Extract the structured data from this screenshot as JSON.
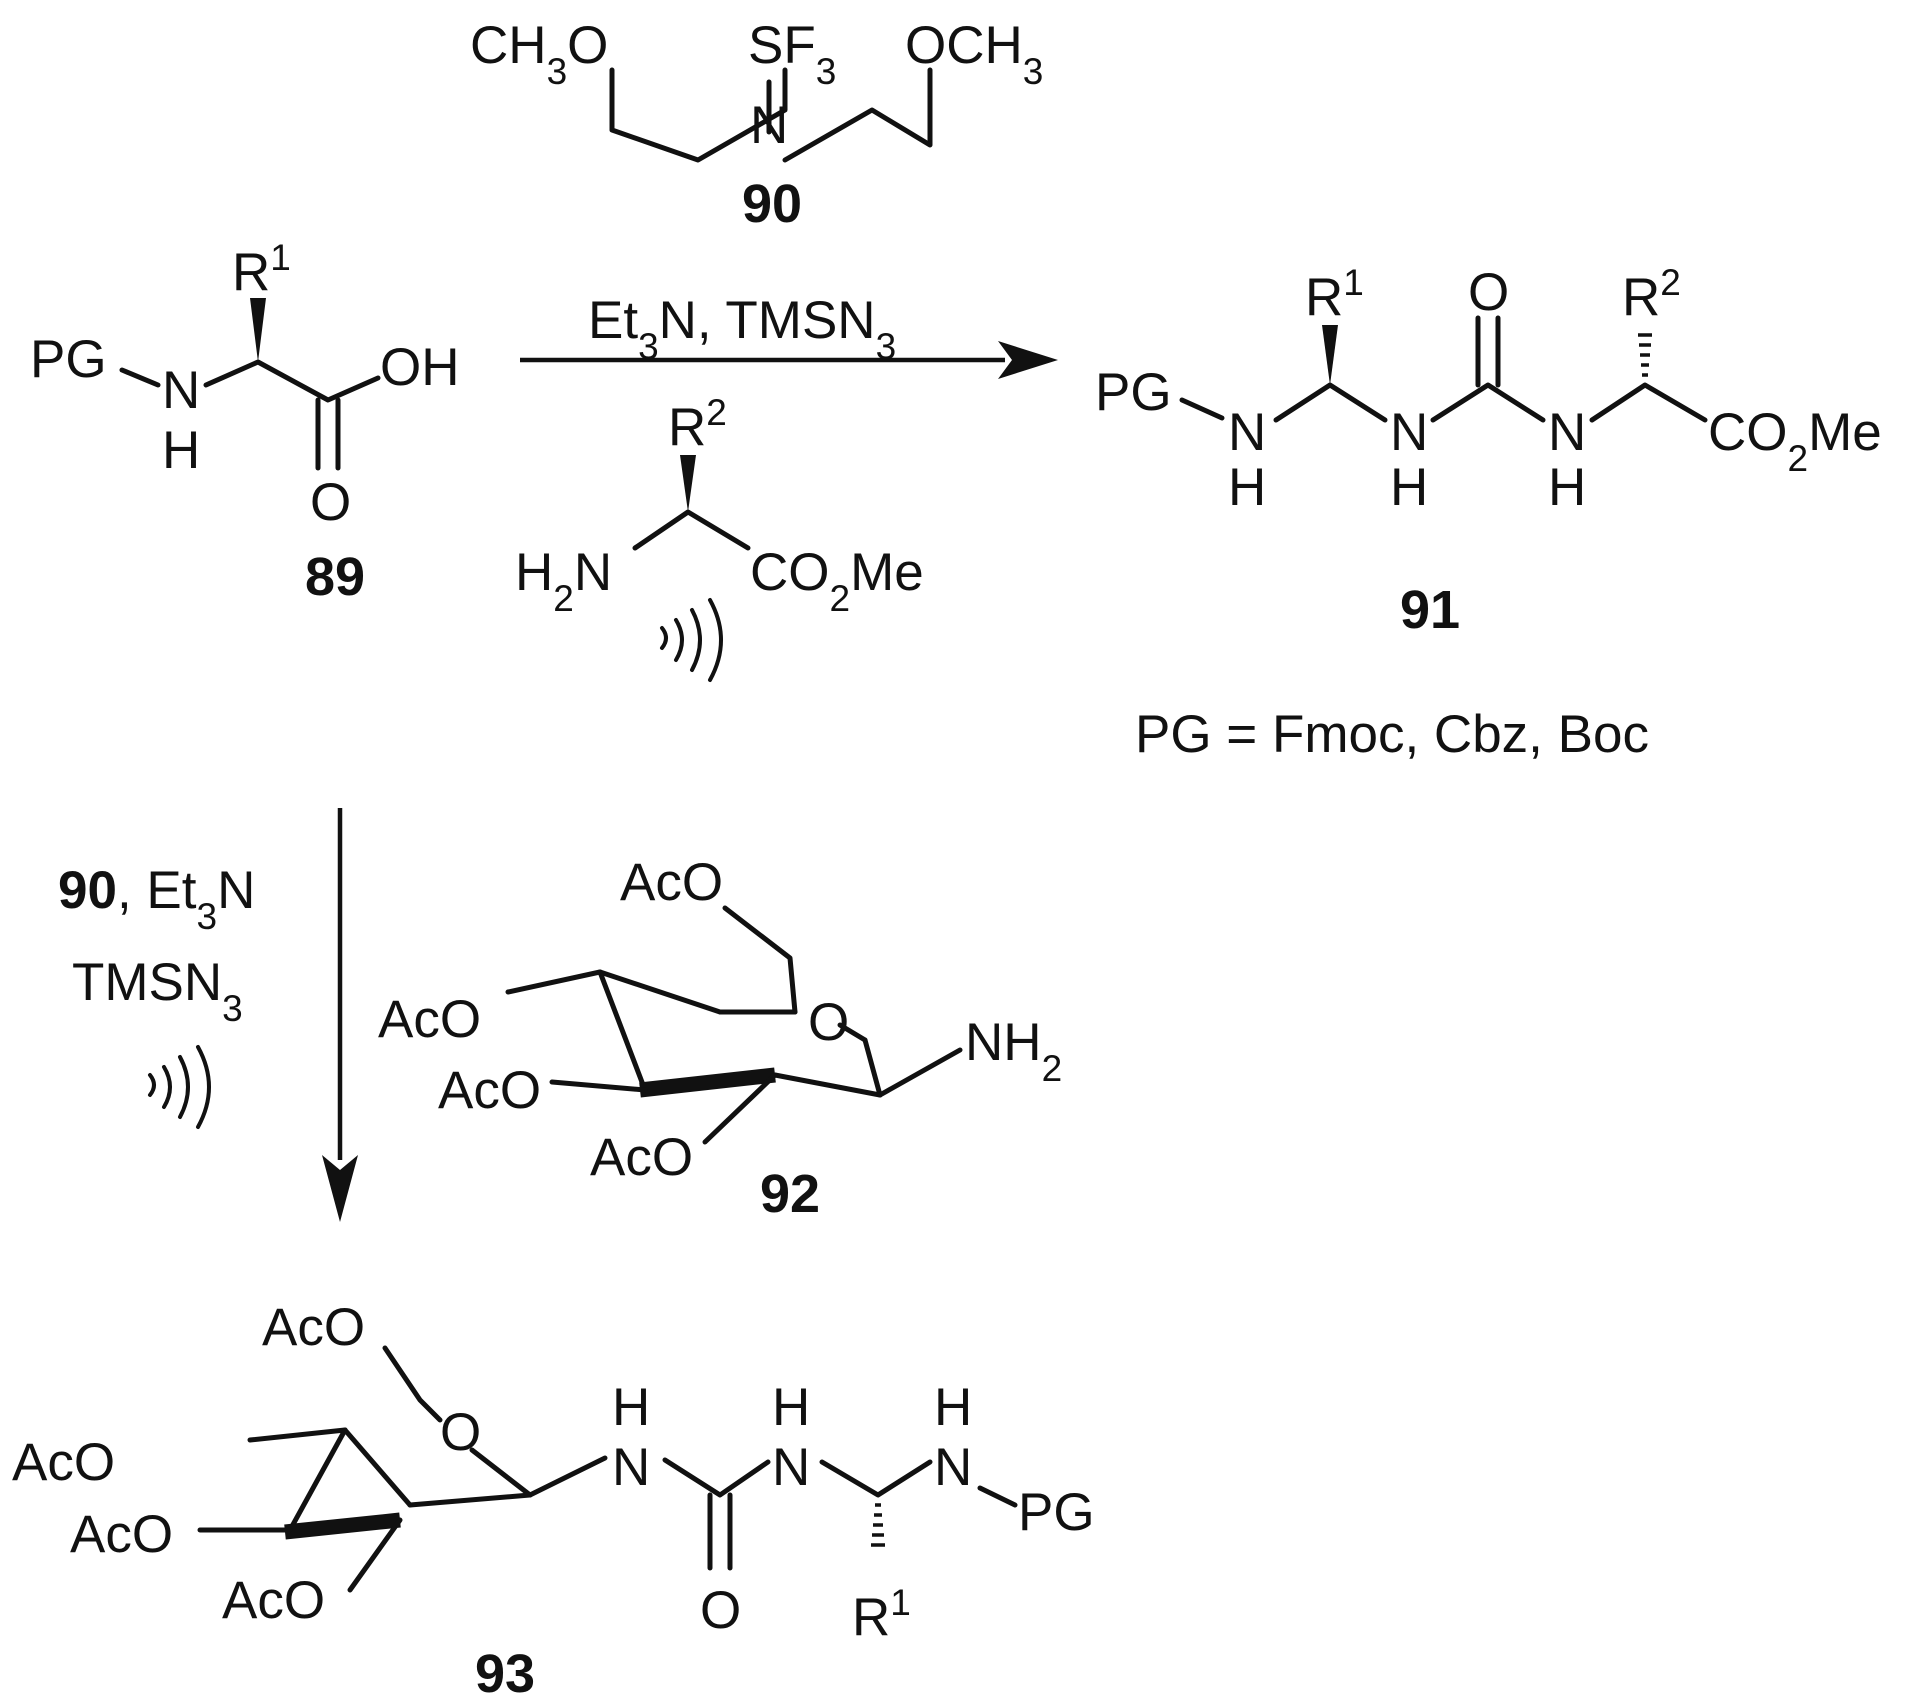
{
  "reagent_90": {
    "sf3": "SF3",
    "left_methoxy": "CH3O",
    "right_methoxy": "OCH3",
    "n": "N",
    "label": "90"
  },
  "compound_89": {
    "pg": "PG",
    "n": "N",
    "h": "H",
    "r": "R",
    "r_sup": "1",
    "oh": "OH",
    "o": "O",
    "label": "89"
  },
  "conditions_top": {
    "line1": "Et3N, TMSN3"
  },
  "amine_ester": {
    "r": "R",
    "r_sup": "2",
    "h2n": "H2N",
    "ester": "CO2Me"
  },
  "compound_91": {
    "pg": "PG",
    "n": "N",
    "h": "H",
    "r1": "R",
    "r1_sup": "1",
    "r2": "R",
    "r2_sup": "2",
    "o": "O",
    "ester": "CO2Me",
    "label": "91"
  },
  "pg_note": "PG = Fmoc, Cbz, Boc",
  "conditions_down": {
    "reagent_ref": "90",
    "line1_rest": ", Et3N",
    "line2": "TMSN3"
  },
  "compound_92": {
    "aco": "AcO",
    "o": "O",
    "nh2": "NH2",
    "label": "92"
  },
  "compound_93": {
    "aco": "AcO",
    "o": "O",
    "n": "N",
    "h": "H",
    "pg": "PG",
    "r": "R",
    "r_sup": "1",
    "label": "93"
  }
}
